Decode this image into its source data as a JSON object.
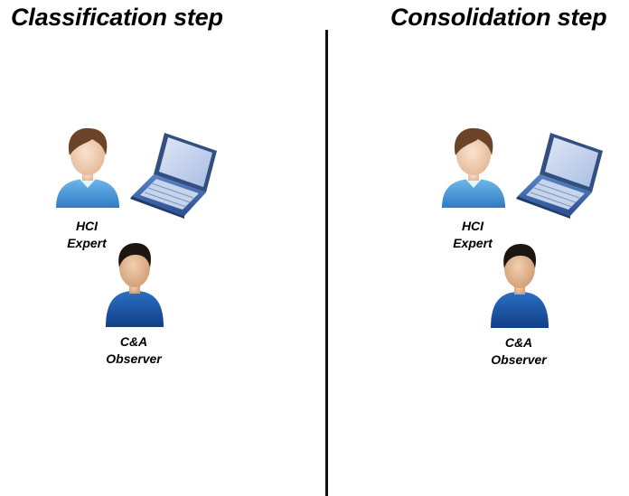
{
  "panels": [
    {
      "title": "Classification step",
      "hci_label": {
        "line1": "HCI",
        "line2": "Expert"
      },
      "observer_label": {
        "line1": "C&A",
        "line2": "Observer"
      }
    },
    {
      "title": "Consolidation step",
      "hci_label": {
        "line1": "HCI",
        "line2": "Expert"
      },
      "observer_label": {
        "line1": "C&A",
        "line2": "Observer"
      }
    }
  ],
  "icons": {
    "hci_expert": "person-light-blue-icon",
    "observer": "person-dark-blue-icon",
    "computer": "laptop-icon"
  }
}
